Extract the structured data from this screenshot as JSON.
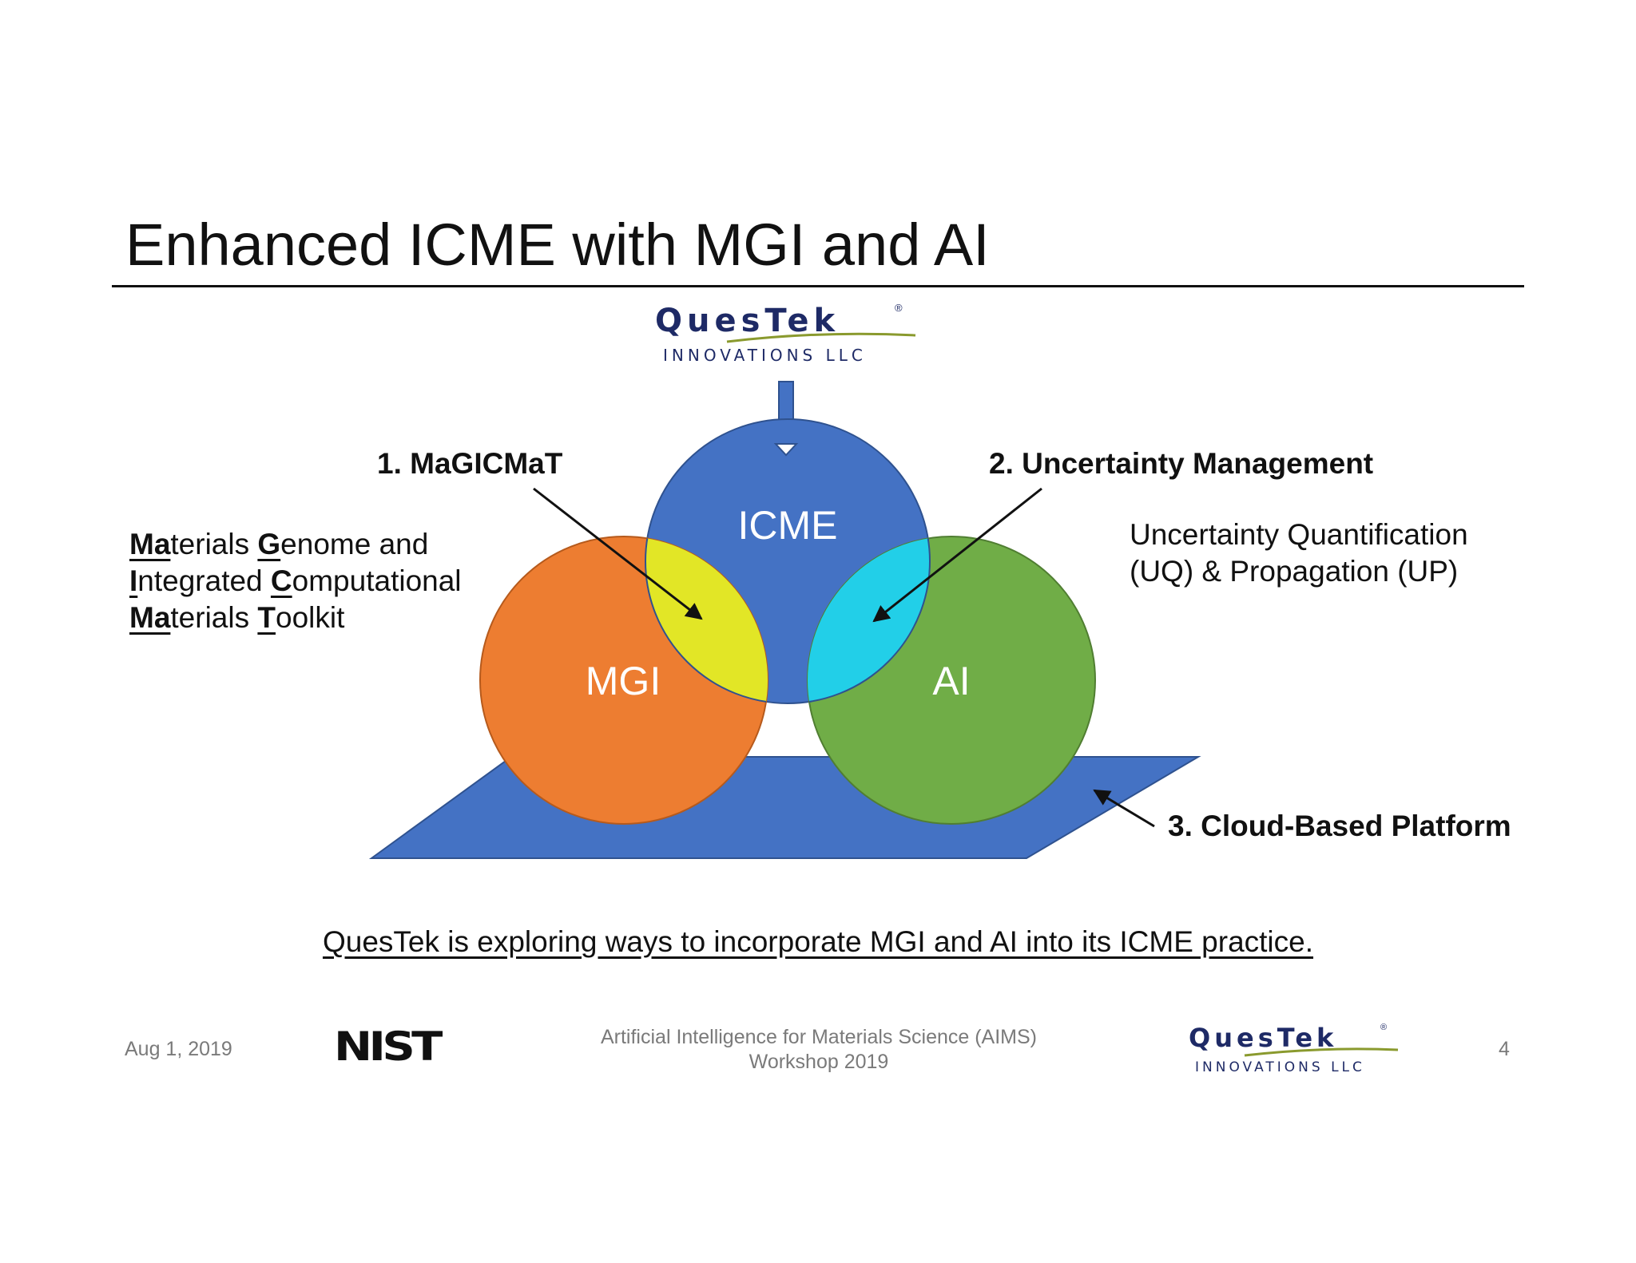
{
  "slide": {
    "title": "Enhanced ICME with MGI and AI",
    "tagline": "QuesTek is exploring ways to incorporate MGI and AI into its ICME practice."
  },
  "logo_top": {
    "name": "QuesTek",
    "registered": "®",
    "subtitle": "INNOVATIONS LLC"
  },
  "diagram": {
    "circles": {
      "icme": {
        "label": "ICME",
        "color": "#4472c4"
      },
      "mgi": {
        "label": "MGI",
        "color": "#ed7d31"
      },
      "ai": {
        "label": "AI",
        "color": "#70ad47"
      }
    },
    "overlap_colors": {
      "mgi_icme": "#e2e626",
      "icme_ai": "#22cfe8"
    },
    "platform_color": "#4472c4",
    "callouts": {
      "magicmat": "1. MaGICMaT",
      "uncertainty": "2. Uncertainty Management",
      "cloud": "3. Cloud-Based Platform"
    }
  },
  "magicmat_desc": {
    "line1": {
      "a1": "Ma",
      "a2": "terials ",
      "b1": "G",
      "b2": "enome and"
    },
    "line2": {
      "a1": "I",
      "a2": "ntegrated ",
      "b1": "C",
      "b2": "omputational"
    },
    "line3": {
      "a1": "Ma",
      "a2": "terials ",
      "b1": "T",
      "b2": "oolkit"
    }
  },
  "uq_desc": {
    "line1": "Uncertainty Quantification",
    "line2": "(UQ) & Propagation (UP)"
  },
  "footer": {
    "date": "Aug 1, 2019",
    "nist": "NIST",
    "event_line1": "Artificial Intelligence for Materials Science (AIMS)",
    "event_line2": "Workshop 2019",
    "logo_name": "QuesTek",
    "logo_registered": "®",
    "logo_subtitle": "INNOVATIONS LLC",
    "page": "4"
  }
}
